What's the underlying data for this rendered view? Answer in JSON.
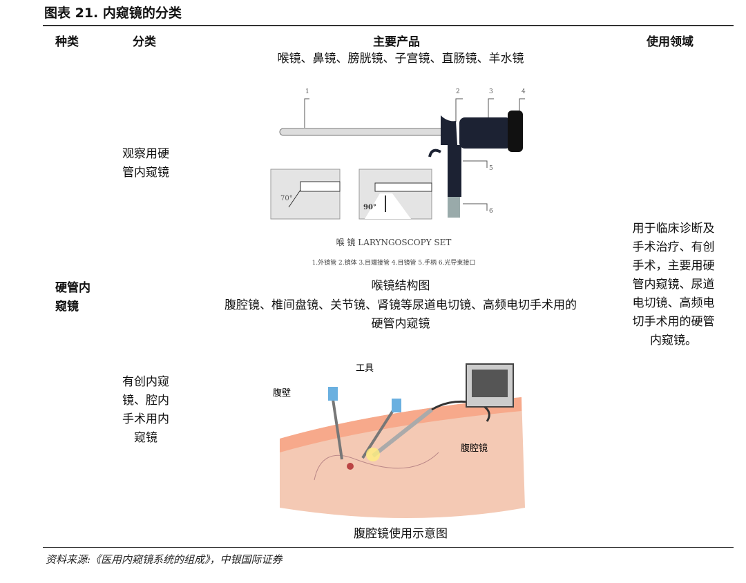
{
  "title": "图表 21. 内窥镜的分类",
  "headers": [
    "种类",
    "分类",
    "主要产品",
    "使用领域"
  ],
  "category": "硬管内窥镜",
  "subcategories": [
    "观察用硬管内窥镜",
    "有创内窥镜、腔内手术用内窥镜"
  ],
  "products": {
    "row1": "喉镜、鼻镜、膀胱镜、子宫镜、直肠镜、羊水镜",
    "row1_figure_title": "喉  镜  LARYNGOSCOPY SET",
    "row1_figure_legend": "1.外镜管  2.镜体  3.目端接管  4.目镜管  5.手柄  6.光导束接口",
    "row1_figure_numbers": [
      "1",
      "2",
      "3",
      "4",
      "5",
      "6"
    ],
    "row1_angles": [
      "70°",
      "90°"
    ],
    "row1_caption": "喉镜结构图",
    "row2_line1": "腹腔镜、椎间盘镜、关节镜、肾镜等尿道电切镜、高频电切手术用的",
    "row2_line2": "硬管内窥镜",
    "row2_figure_labels": {
      "tool": "工具",
      "wall": "腹壁",
      "scope": "腹腔镜"
    },
    "row2_caption": "腹腔镜使用示意图"
  },
  "usage": "用于临床诊断及手术治疗、有创手术，主要用硬管内窥镜、尿道电切镜、高频电切手术用的硬管内窥镜。",
  "source": "资料来源:《医用内窥镜系统的组成》，中银国际证券"
}
